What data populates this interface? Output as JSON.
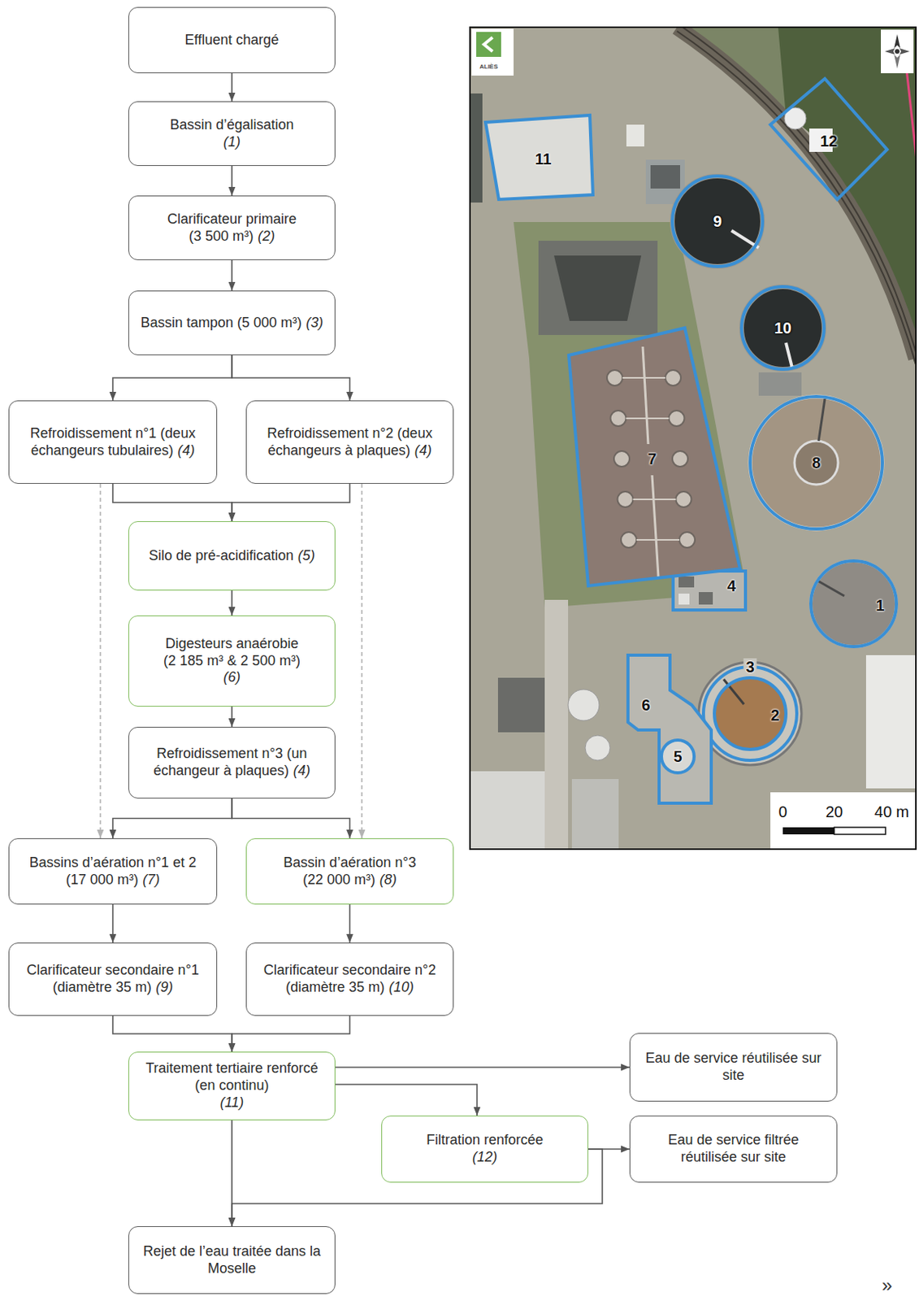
{
  "diagram": {
    "nodes": [
      {
        "text": [
          "Effluent chargé"
        ]
      },
      {
        "text": [
          "Bassin d’égalisation",
          "(1)"
        ]
      },
      {
        "text": [
          "Clarificateur primaire (3 500 m³)",
          "(2)"
        ]
      },
      {
        "text": [
          "Bassin tampon (5 000 m³)",
          "(3)"
        ]
      },
      {
        "text": [
          "Refroidissement n°1 (deux échangeurs tubulaires)",
          "(4)"
        ]
      },
      {
        "text": [
          "Refroidissement n°2 (deux échangeurs à plaques)",
          "(4)"
        ]
      },
      {
        "text": [
          "Silo de pré-acidification",
          "(5)"
        ]
      },
      {
        "text": [
          "Digesteurs anaérobie (2 185 m³ & 2 500 m³)",
          "(6)"
        ]
      },
      {
        "text": [
          "Refroidissement n°3 (un échangeur à plaques)",
          "(4)"
        ]
      },
      {
        "text": [
          "Bassins d’aération n°1 et 2 (17 000 m³)",
          "(7)"
        ]
      },
      {
        "text": [
          "Bassin d’aération n°3 (22 000 m³)",
          "(8)"
        ]
      },
      {
        "text": [
          "Clarificateur secondaire n°1 (diamètre 35 m)",
          "(9)"
        ]
      },
      {
        "text": [
          "Clarificateur secondaire n°2 (diamètre 35 m)",
          "(10)"
        ]
      },
      {
        "text": [
          "Traitement tertiaire renforcé (en continu)",
          "(11)"
        ]
      },
      {
        "text": [
          "Eau de service réutilisée sur site"
        ]
      },
      {
        "text": [
          "Filtration renforcée",
          "(12)"
        ]
      },
      {
        "text": [
          "Eau de service filtrée réutilisée sur site"
        ]
      },
      {
        "text": [
          "Rejet de l’eau traitée dans la Moselle"
        ]
      }
    ],
    "edges": [
      {
        "from": 0,
        "to": 1,
        "arrow": "to"
      },
      {
        "from": 1,
        "to": 2,
        "arrow": "to"
      },
      {
        "from": 2,
        "to": 3,
        "arrow": "to"
      },
      {
        "from": 3,
        "to": 4,
        "arrow": "to"
      },
      {
        "from": 3,
        "to": 5,
        "arrow": "to"
      },
      {
        "from": 4,
        "to": 6,
        "arrow": "to"
      },
      {
        "from": 5,
        "to": 6,
        "arrow": "to"
      },
      {
        "from": 6,
        "to": 7,
        "arrow": "to"
      },
      {
        "from": 7,
        "to": 8,
        "arrow": "to"
      },
      {
        "from": 8,
        "to": 9,
        "arrow": "to"
      },
      {
        "from": 8,
        "to": 10,
        "arrow": "to"
      },
      {
        "from": 4,
        "to": 9,
        "arrow": "to"
      },
      {
        "from": 5,
        "to": 10,
        "arrow": "to"
      },
      {
        "from": 9,
        "to": 11,
        "arrow": "to"
      },
      {
        "from": 10,
        "to": 12,
        "arrow": "to"
      },
      {
        "from": 11,
        "to": 13,
        "arrow": "to"
      },
      {
        "from": 12,
        "to": 13,
        "arrow": "to"
      },
      {
        "from": 13,
        "to": 14,
        "arrow": "to"
      },
      {
        "from": 13,
        "to": 15,
        "arrow": "to"
      },
      {
        "from": 13,
        "to": 17,
        "arrow": "to"
      },
      {
        "from": 15,
        "to": 16,
        "arrow": "to"
      },
      {
        "from": 15,
        "to": 17,
        "arrow": "to"
      }
    ],
    "labels": [
      "ALIÈS",
      "12",
      "11",
      "9",
      "10",
      "8",
      "7",
      "4",
      "1",
      "3",
      "2",
      "6",
      "5",
      "0",
      "20",
      "40 m",
      "»"
    ]
  }
}
